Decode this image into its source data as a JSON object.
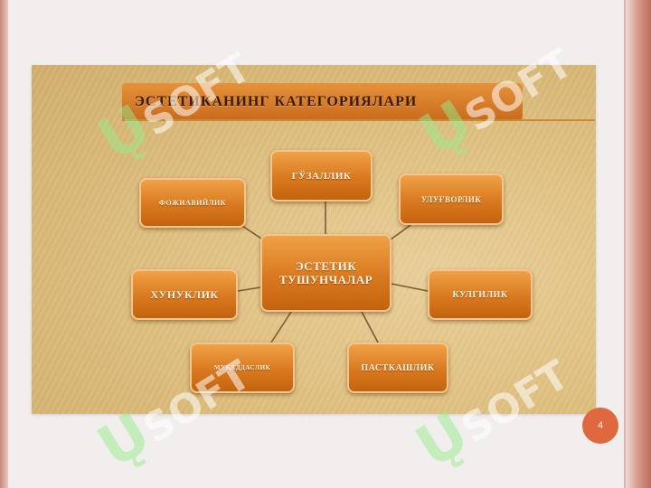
{
  "slide": {
    "title": "ЭСТЕТИКАНИНГ   КАТЕГОРИЯЛАРИ",
    "page_number": "4"
  },
  "diagram": {
    "center": {
      "line1": "ЭСТЕТИК",
      "line2": "ТУШУНЧАЛАР"
    },
    "nodes": {
      "top": "ГЎЗАЛЛИК",
      "top_left": "ФОЖИАВИЙЛИК",
      "top_right": "УЛУҒВОРЛИК",
      "left": "ХУНУКЛИК",
      "right": "КУЛГИЛИК",
      "bottom_left": "МУҚАДДАСЛИК",
      "bottom_right": "ПАСТКАШЛИК"
    }
  },
  "watermark": {
    "glyph": "Ų",
    "text": "SOFT"
  },
  "colors": {
    "node_fill": "#d9791f",
    "title_fill": "#d27a26",
    "panel": "#dbbb7a",
    "page_badge": "#e0683e",
    "frame": "#c98a7c"
  }
}
